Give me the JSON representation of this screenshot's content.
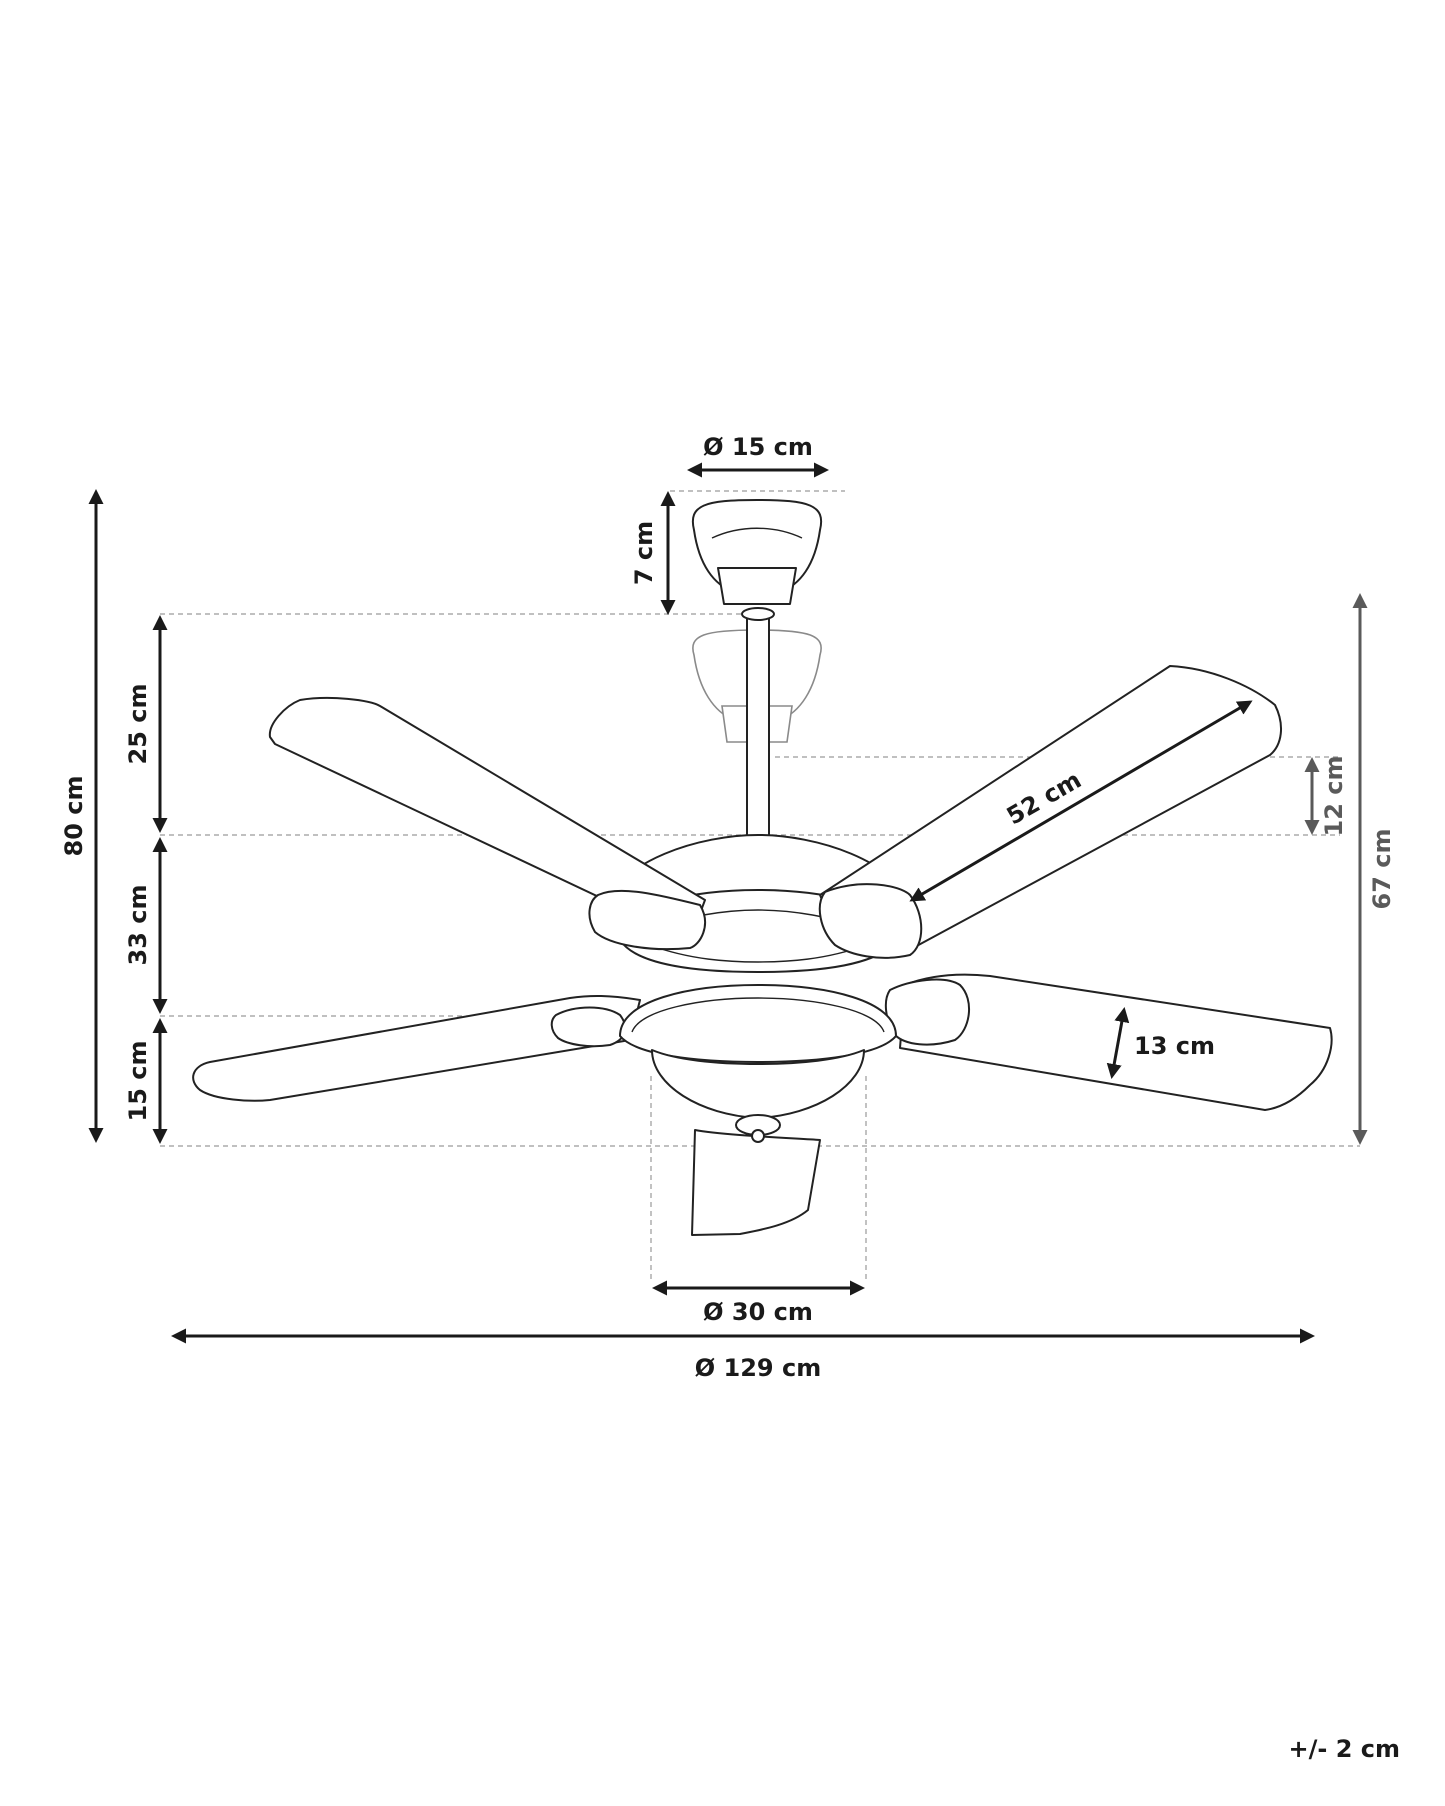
{
  "dimensions": {
    "total_height": "80 cm",
    "upper_height": "25 cm",
    "middle_height": "33 cm",
    "lower_height": "15 cm",
    "canopy_diameter": "Ø 15 cm",
    "canopy_height": "7 cm",
    "blade_length": "52 cm",
    "blade_width": "13 cm",
    "adjust_range": "12 cm",
    "min_height": "67 cm",
    "light_diameter": "Ø 30 cm",
    "fan_diameter": "Ø 129 cm"
  },
  "tolerance": "+/- 2 cm",
  "colors": {
    "line": "#1a1a1a",
    "secondary_line": "#5a5a5a",
    "guide_line": "#9a9a9a",
    "background": "#ffffff"
  }
}
